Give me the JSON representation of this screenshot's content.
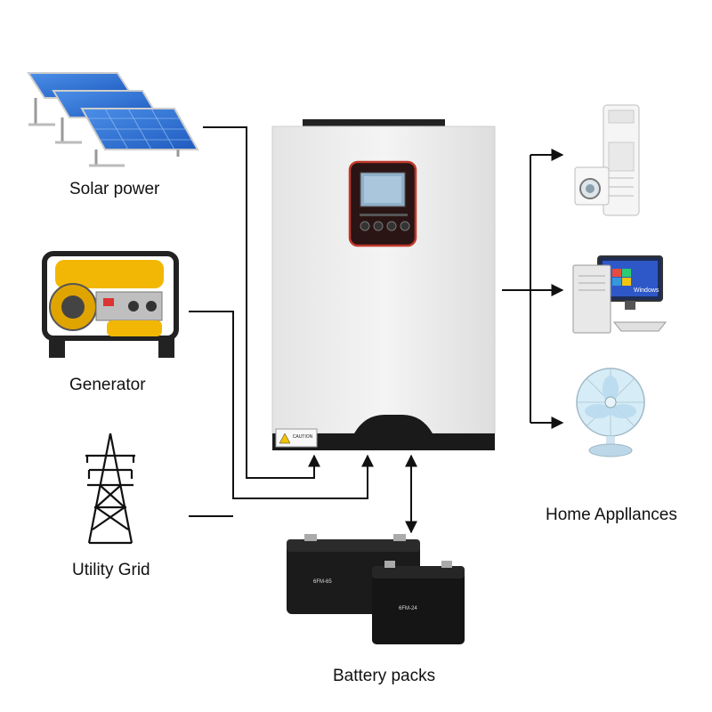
{
  "labels": {
    "solar": "Solar power",
    "generator": "Generator",
    "grid": "Utility Grid",
    "home": "Home Appllances",
    "battery": "Battery packs"
  },
  "inverter": {
    "caution": "CAUTION"
  },
  "battery_models": {
    "large": "6FM-65",
    "small": "6FM-24"
  },
  "monitor_brand": "Windows",
  "icons": [
    "solar-panel-icon",
    "generator-icon",
    "transmission-tower-icon",
    "inverter-icon",
    "battery-icon",
    "air-conditioner-icon",
    "washing-machine-icon",
    "computer-icon",
    "fan-icon"
  ],
  "colors": {
    "line": "#111111",
    "panel_blue": "#2c6fd6",
    "generator_yellow": "#f2b705",
    "inverter_body": "#eeeeee",
    "inverter_base": "#1a1a1a",
    "display_red": "#c0392b",
    "fan_blue": "#b9dcee"
  }
}
